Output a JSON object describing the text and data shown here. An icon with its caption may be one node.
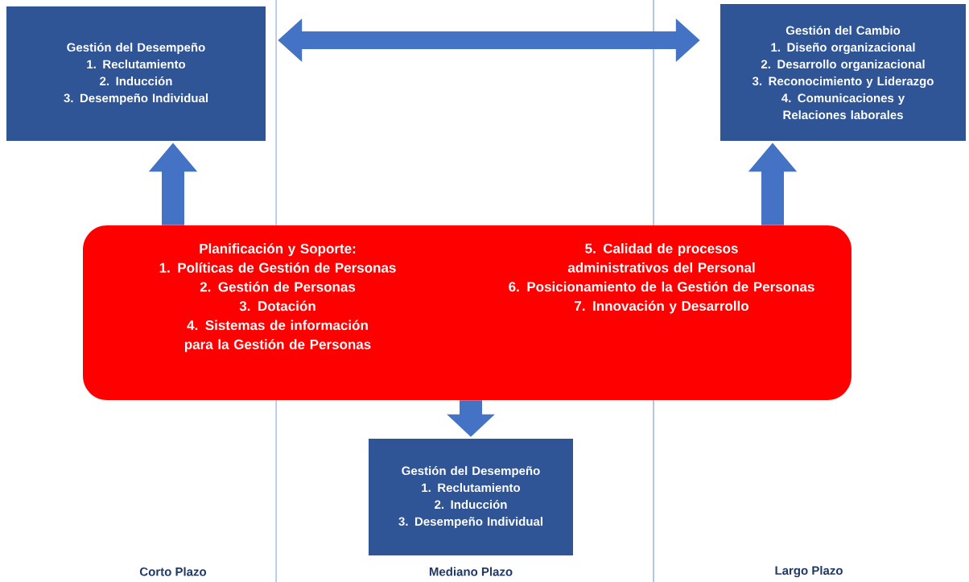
{
  "diagram": {
    "nodes": [
      {
        "text": [
          "Gestión del Desempeño",
          "1. Reclutamiento",
          "2. Inducción",
          "3. Desempeño Individual"
        ]
      },
      {
        "text": [
          "Gestión del Cambio",
          "1. Diseño organizacional",
          "2. Desarrollo organizacional",
          "3. Reconocimiento y Liderazgo",
          "4. Comunicaciones y Relaciones laborales"
        ]
      },
      {
        "text": [
          "Planificación y Soporte:",
          "1. Políticas de Gestión de Personas",
          "2. Gestión de Personas",
          "3. Dotación",
          "4. Sistemas de información para la Gestión de Personas",
          "5. Calidad de procesos administrativos del Personal",
          "6. Posicionamiento de la Gestión de Personas",
          "7. Innovación y Desarrollo"
        ]
      },
      {
        "text": [
          "Gestión del Desempeño",
          "1. Reclutamiento",
          "2. Inducción",
          "3. Desempeño Individual"
        ]
      }
    ],
    "edges": [
      {
        "from": 2,
        "to": 0,
        "arrow": "to"
      },
      {
        "from": 2,
        "to": 1,
        "arrow": "to"
      },
      {
        "from": 2,
        "to": 3,
        "arrow": "to"
      },
      {
        "from": 0,
        "to": 1,
        "arrow": "both"
      }
    ],
    "labels": [
      "Corto Plazo",
      "Mediano Plazo",
      "Largo Plazo"
    ]
  }
}
